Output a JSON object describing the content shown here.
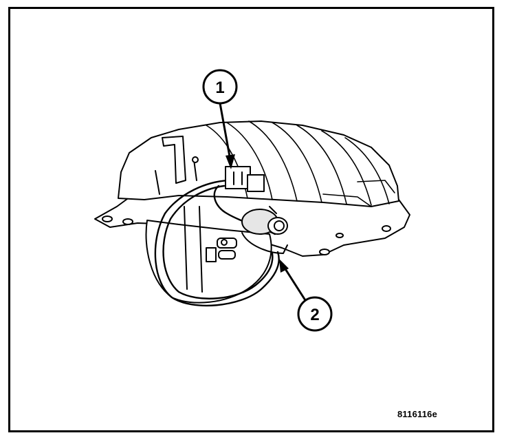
{
  "figure": {
    "id": "8116116e"
  },
  "callouts": [
    {
      "number": "1"
    },
    {
      "number": "2"
    }
  ],
  "colors": {
    "ink": "#000000",
    "paper": "#ffffff",
    "shade": "#e6e6e6"
  }
}
